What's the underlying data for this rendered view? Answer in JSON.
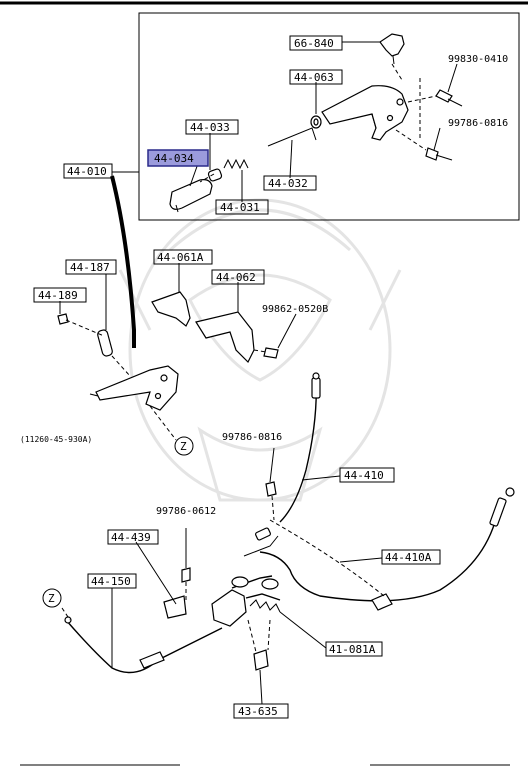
{
  "labels": {
    "p_66_840": "66-840",
    "p_44_063": "44-063",
    "p_99830_0410": "99830-0410",
    "p_99786_0816_top": "99786-0816",
    "p_44_033": "44-033",
    "p_44_034": "44-034",
    "p_44_010": "44-010",
    "p_44_032": "44-032",
    "p_44_031": "44-031",
    "p_44_061a": "44-061A",
    "p_44_062": "44-062",
    "p_44_187": "44-187",
    "p_44_189": "44-189",
    "p_99862_0520b": "99862-0520B",
    "ref_note": "(11260-45-930A)",
    "p_99786_0816_mid": "99786-0816",
    "p_44_410": "44-410",
    "p_99786_0612": "99786-0612",
    "p_44_439": "44-439",
    "p_44_410a": "44-410A",
    "p_44_150": "44-150",
    "p_41_081a": "41-081A",
    "p_43_635": "43-635",
    "marker_z_1": "Z",
    "marker_z_2": "Z"
  },
  "highlight": {
    "part": "44-034",
    "color": "#9b9bdc"
  }
}
